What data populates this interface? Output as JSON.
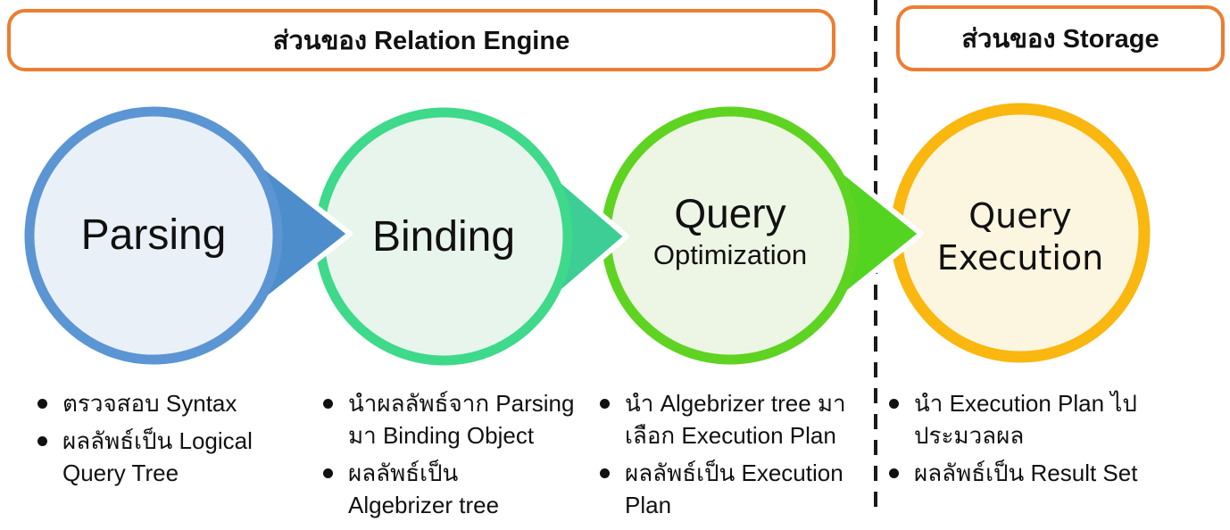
{
  "headers": {
    "relation_engine": {
      "label": "ส่วนของ Relation Engine"
    },
    "storage": {
      "label": "ส่วนของ Storage"
    }
  },
  "colors": {
    "header_border": "#ED7D31",
    "divider": "#1a1a1a"
  },
  "stages": [
    {
      "title": "Parsing",
      "colors": {
        "border": "#5B95D3",
        "fill": "#EAF0F8",
        "arrow": "#4D8DCC"
      },
      "bullets": [
        {
          "lines": [
            "ตรวจสอบ Syntax"
          ]
        },
        {
          "lines": [
            "ผลลัพธ์เป็น Logical",
            "Query Tree"
          ]
        }
      ]
    },
    {
      "title": "Binding",
      "colors": {
        "border": "#3ED98A",
        "fill": "#E8F5EC",
        "arrow": "#3DCE96"
      },
      "bullets": [
        {
          "lines": [
            "นำผลลัพธ์จาก Parsing",
            "มา Binding Object"
          ]
        },
        {
          "lines": [
            "ผลลัพธ์เป็น",
            "Algebrizer tree"
          ]
        }
      ]
    },
    {
      "title": "Query",
      "subtitle": "Optimization",
      "colors": {
        "border": "#5FD321",
        "fill": "#EDF6E5",
        "arrow": "#52D420"
      },
      "bullets": [
        {
          "lines": [
            "นำ Algebrizer tree มา",
            "เลือก Execution Plan"
          ]
        },
        {
          "lines": [
            "ผลลัพธ์เป็น Execution",
            "Plan"
          ]
        }
      ]
    },
    {
      "title": "Query",
      "subtitle": "Execution",
      "colors": {
        "border": "#F9B70F",
        "fill": "#FCF6E0",
        "arrow": ""
      },
      "bullets": [
        {
          "lines": [
            "นำ Execution Plan ไป",
            "ประมวลผล"
          ]
        },
        {
          "lines": [
            "ผลลัพธ์เป็น Result Set"
          ]
        }
      ]
    }
  ]
}
